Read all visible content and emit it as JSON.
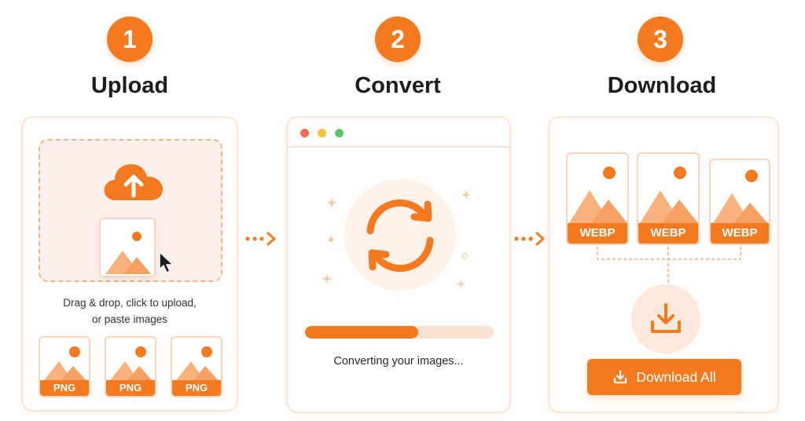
{
  "steps": [
    {
      "number": "1",
      "title": "Upload"
    },
    {
      "number": "2",
      "title": "Convert"
    },
    {
      "number": "3",
      "title": "Download"
    }
  ],
  "upload": {
    "instruction_line1": "Drag & drop, click to upload,",
    "instruction_line2": "or paste images",
    "files": [
      {
        "format": "PNG"
      },
      {
        "format": "PNG"
      },
      {
        "format": "PNG"
      }
    ],
    "icons": [
      "cloud-upload-icon",
      "image-icon",
      "cursor-icon"
    ]
  },
  "convert": {
    "status_text": "Converting your images...",
    "progress": 0.6,
    "window_dot_colors": [
      "#f26b4f",
      "#f6c23e",
      "#5cc66b"
    ],
    "icons": [
      "refresh-icon",
      "sparkle-icon"
    ]
  },
  "download": {
    "files": [
      {
        "format": "WEBP"
      },
      {
        "format": "WEBP"
      },
      {
        "format": "WEBP"
      }
    ],
    "button_label": "Download All",
    "icons": [
      "download-icon"
    ]
  },
  "colors": {
    "accent": "#f47a20",
    "accent_light": "#fbe3d2",
    "panel_border": "#fbe4d4"
  }
}
